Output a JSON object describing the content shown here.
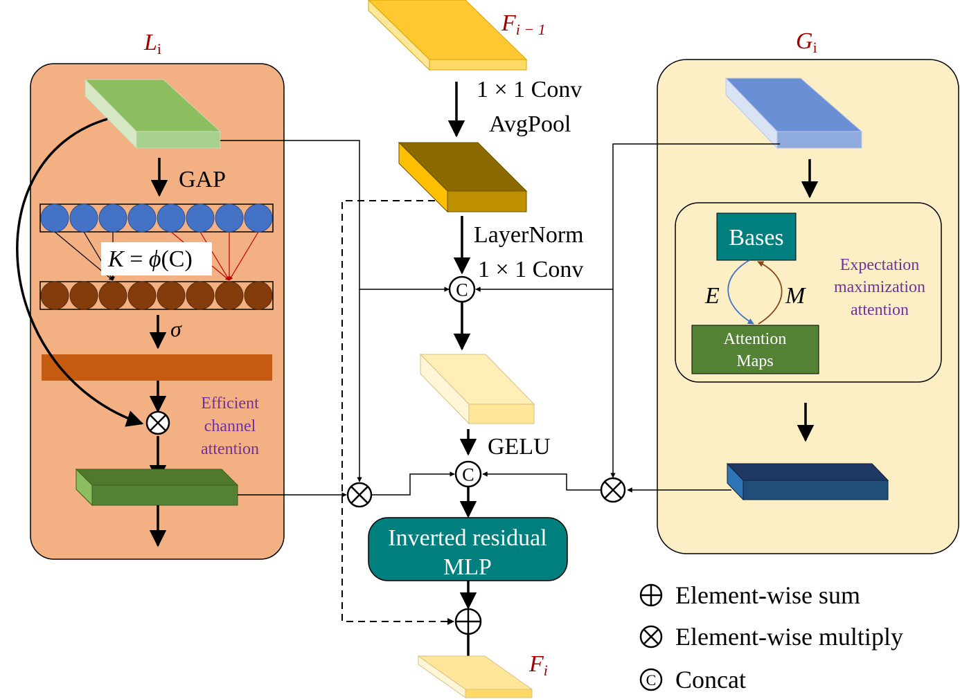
{
  "labels": {
    "L_main": "L",
    "L_sub": "i",
    "G_main": "G",
    "G_sub": "i",
    "F_prev_main": "F",
    "F_prev_sub": "i − 1",
    "F_out_main": "F",
    "F_out_sub": "i",
    "conv_avgpool_1": "1 × 1 Conv",
    "conv_avgpool_2": "AvgPool",
    "layernorm": "LayerNorm",
    "conv_1x1": "1 × 1 Conv",
    "gelu": "GELU",
    "gap": "GAP",
    "sigma": "σ",
    "k_formula_k": "K",
    "k_formula_rest": " = ",
    "k_formula_phi": "ϕ",
    "k_formula_c": "(C)",
    "eca_1": "Efficient",
    "eca_2": "channel",
    "eca_3": "attention",
    "bases": "Bases",
    "attention_maps_1": "Attention",
    "attention_maps_2": "Maps",
    "e_label": "E",
    "m_label": "M",
    "ema_1": "Expectation",
    "ema_2": "maximization",
    "ema_3": "attention",
    "irmlp_1": "Inverted residual",
    "irmlp_2": "MLP",
    "concat_symbol": "C"
  },
  "legend": [
    {
      "symbol": "sum",
      "label": "Element-wise sum"
    },
    {
      "symbol": "multiply",
      "label": "Element-wise multiply"
    },
    {
      "symbol": "concat",
      "label": "Concat"
    }
  ],
  "colors": {
    "left_panel_fill": "#f2b083",
    "right_panel_fill": "#fdefc5",
    "label_red": "#a00000",
    "purple_text": "#7030a0",
    "teal": "#007f7f",
    "green_dark": "#4f7a2b"
  }
}
